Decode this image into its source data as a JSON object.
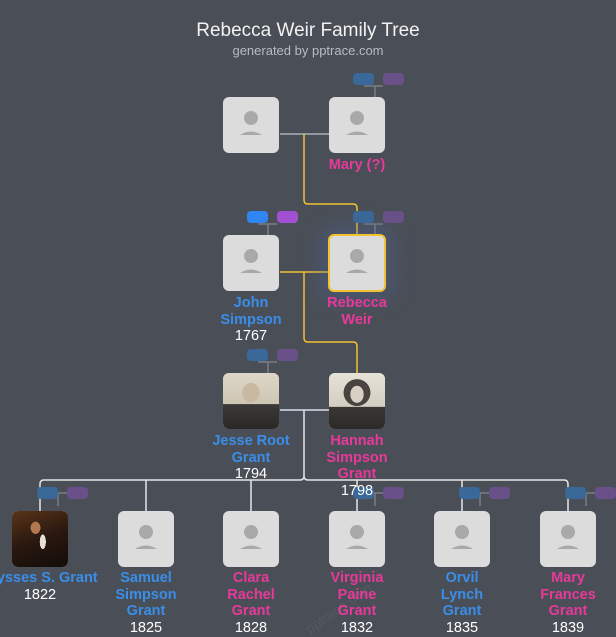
{
  "header": {
    "title": "Rebecca Weir Family Tree",
    "subtitle": "generated by pptrace.com"
  },
  "colors": {
    "male": "#3a8ee8",
    "female": "#e8399a",
    "highlight_line": "#f2c230",
    "background": "#4a4f57"
  },
  "generation1": [
    {
      "name": "",
      "gender": "unknown"
    },
    {
      "name": "Mary (?)",
      "gender": "female"
    }
  ],
  "generation2": [
    {
      "name": "John Simpson",
      "year": "1767",
      "gender": "male"
    },
    {
      "name": "Rebecca Weir",
      "gender": "female",
      "selected": true
    }
  ],
  "generation3": [
    {
      "name": "Jesse Root Grant",
      "year": "1794",
      "gender": "male",
      "photo": true
    },
    {
      "name": "Hannah Simpson Grant",
      "year": "1798",
      "gender": "female",
      "photo": true
    }
  ],
  "children": [
    {
      "name": "Ulysses S. Grant",
      "year": "1822",
      "gender": "male",
      "photo": true
    },
    {
      "name": "Samuel Simpson Grant",
      "year": "1825",
      "gender": "male"
    },
    {
      "name": "Clara Rachel Grant",
      "year": "1828",
      "gender": "female"
    },
    {
      "name": "Virginia Paine Grant",
      "year": "1832",
      "gender": "female"
    },
    {
      "name": "Orvil Lynch Grant",
      "year": "1835",
      "gender": "male"
    },
    {
      "name": "Mary Frances Grant",
      "year": "1839",
      "gender": "female"
    }
  ],
  "watermark": "pptrace.com"
}
